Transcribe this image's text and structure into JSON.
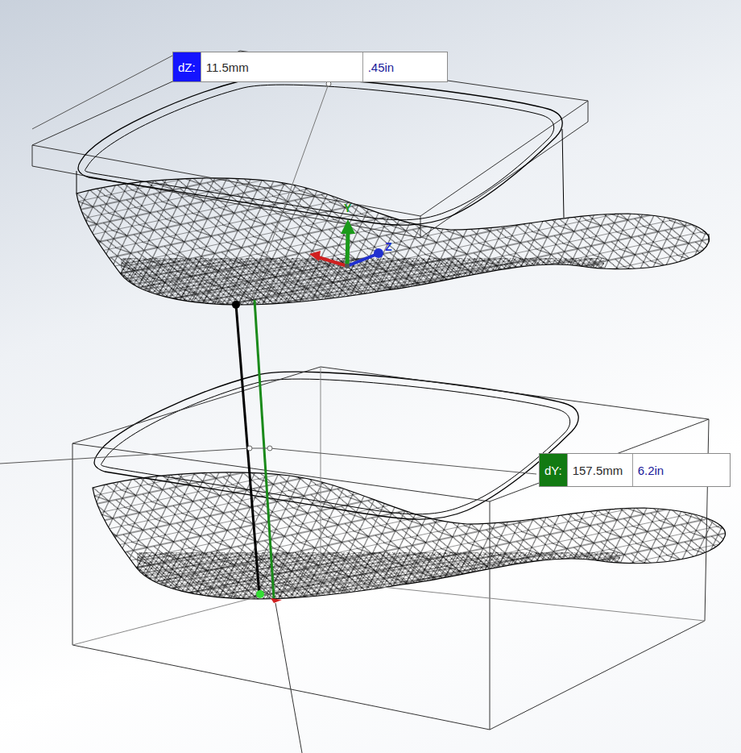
{
  "diagram": {
    "nodes": [
      {
        "text": [
          "dZ:",
          "11.5mm",
          ".45in"
        ]
      },
      {
        "text": [
          "dY:",
          "157.5mm",
          "6.2in"
        ]
      }
    ],
    "labels": [
      "Y",
      "Z"
    ]
  }
}
